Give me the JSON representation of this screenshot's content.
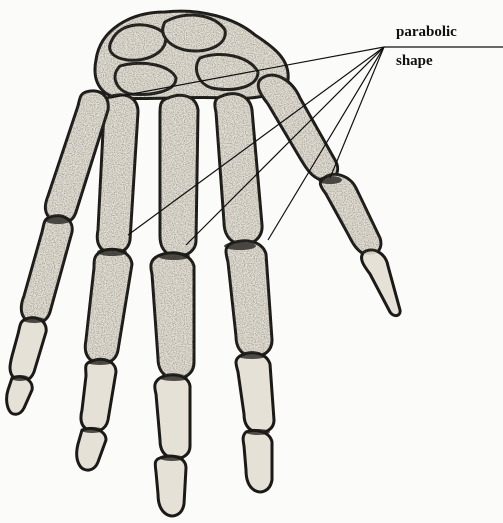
{
  "annotation": {
    "line1": "parabolic",
    "line2": "shape"
  },
  "colors": {
    "bone_fill": "#e6e1d6",
    "bone_shadow": "#1c1a17",
    "bone_texture": "#4a463f",
    "paper": "#fbfbf9",
    "leader_line": "#111111"
  },
  "icons": [
    "hand-skeleton-illustration"
  ]
}
